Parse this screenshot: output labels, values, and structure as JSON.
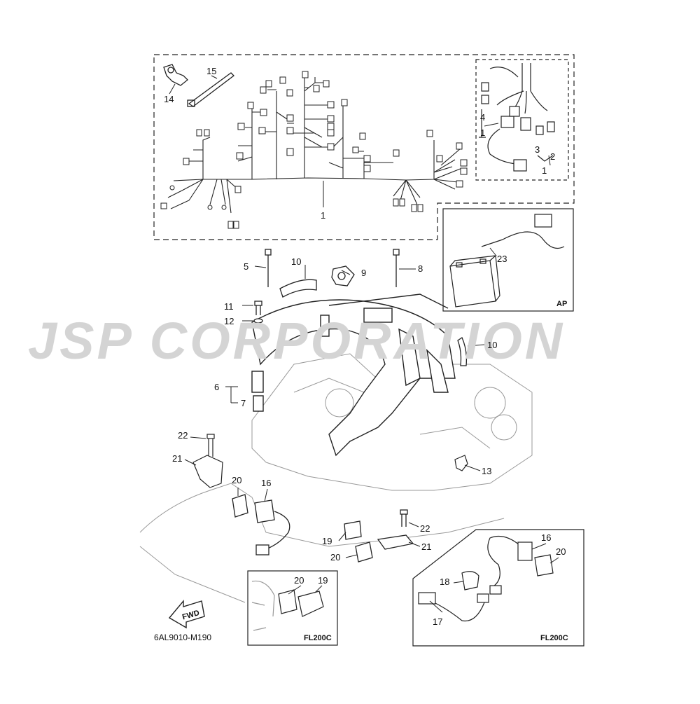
{
  "watermark": {
    "brand": "JSP CORPORATION"
  },
  "diagram_code": "6AL9010-M190",
  "direction_label": "FWD",
  "insets": {
    "ap": "AP",
    "fl_left": "FL200C",
    "fl_right": "FL200C"
  },
  "callouts": [
    {
      "id": "c15",
      "text": "15"
    },
    {
      "id": "c14",
      "text": "14"
    },
    {
      "id": "c1a",
      "text": "1"
    },
    {
      "id": "c4",
      "text": "4"
    },
    {
      "id": "c1b",
      "text": "1"
    },
    {
      "id": "c3",
      "text": "3"
    },
    {
      "id": "c2",
      "text": "2"
    },
    {
      "id": "c1c",
      "text": "1"
    },
    {
      "id": "c5",
      "text": "5"
    },
    {
      "id": "c10a",
      "text": "10"
    },
    {
      "id": "c9",
      "text": "9"
    },
    {
      "id": "c8",
      "text": "8"
    },
    {
      "id": "c23",
      "text": "23"
    },
    {
      "id": "c11",
      "text": "11"
    },
    {
      "id": "c12",
      "text": "12"
    },
    {
      "id": "c10b",
      "text": "10"
    },
    {
      "id": "c6",
      "text": "6"
    },
    {
      "id": "c7",
      "text": "7"
    },
    {
      "id": "c22a",
      "text": "22"
    },
    {
      "id": "c21a",
      "text": "21"
    },
    {
      "id": "c13",
      "text": "13"
    },
    {
      "id": "c20a",
      "text": "20"
    },
    {
      "id": "c16a",
      "text": "16"
    },
    {
      "id": "c22b",
      "text": "22"
    },
    {
      "id": "c19a",
      "text": "19"
    },
    {
      "id": "c21b",
      "text": "21"
    },
    {
      "id": "c20b",
      "text": "20"
    },
    {
      "id": "c16b",
      "text": "16"
    },
    {
      "id": "c20c",
      "text": "20"
    },
    {
      "id": "c20d",
      "text": "20"
    },
    {
      "id": "c19b",
      "text": "19"
    },
    {
      "id": "c18",
      "text": "18"
    },
    {
      "id": "c17",
      "text": "17"
    }
  ]
}
